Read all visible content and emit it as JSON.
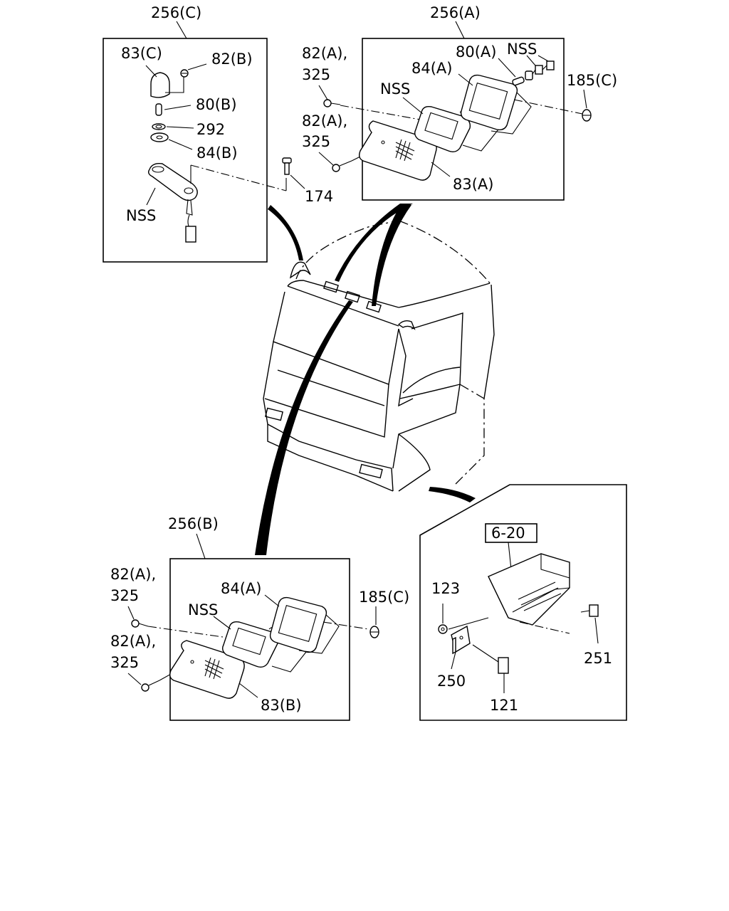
{
  "diagram": {
    "groups": {
      "c": {
        "title": "256(C)",
        "labels": [
          "83(C)",
          "82(B)",
          "80(B)",
          "292",
          "84(B)",
          "174",
          "NSS"
        ]
      },
      "a": {
        "title": "256(A)",
        "labels": [
          "82(A),",
          "325",
          "80(A)",
          "NSS",
          "84(A)",
          "NSS",
          "185(C)",
          "82(A),",
          "325",
          "83(A)"
        ]
      },
      "b": {
        "title": "256(B)",
        "labels": [
          "82(A),",
          "325",
          "84(A)",
          "NSS",
          "185(C)",
          "82(A),",
          "325",
          "83(B)"
        ]
      },
      "d": {
        "ref": "6-20",
        "labels": [
          "123",
          "251",
          "250",
          "121"
        ]
      }
    }
  }
}
